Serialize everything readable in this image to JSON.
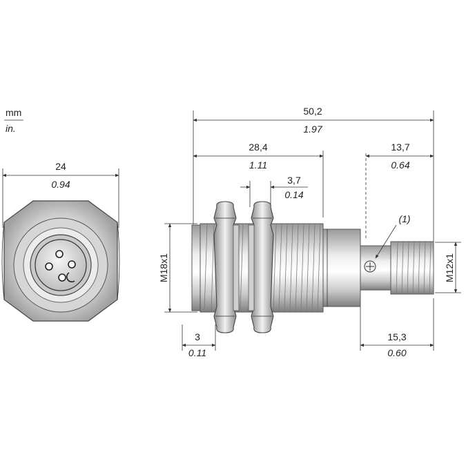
{
  "units": {
    "primary": "mm",
    "secondary": "in."
  },
  "front_view": {
    "width": {
      "mm": "24",
      "in": "0.94"
    }
  },
  "side_view": {
    "overall_length": {
      "mm": "50,2",
      "in": "1.97"
    },
    "threaded_length": {
      "mm": "28,4",
      "in": "1.11"
    },
    "nut_thickness": {
      "mm": "3,7",
      "in": "0.14"
    },
    "connector_length": {
      "mm": "13,7",
      "in": "0.64"
    },
    "front_offset": {
      "mm": "3",
      "in": "0.11"
    },
    "rear_length": {
      "mm": "15,3",
      "in": "0.60"
    },
    "thread_main": "M18x1",
    "thread_connector": "M12x1",
    "callout": "(1)"
  },
  "colors": {
    "body_dark": "#8a8a8a",
    "body_light": "#e8e8e8",
    "line": "#333333",
    "text": "#222222"
  }
}
